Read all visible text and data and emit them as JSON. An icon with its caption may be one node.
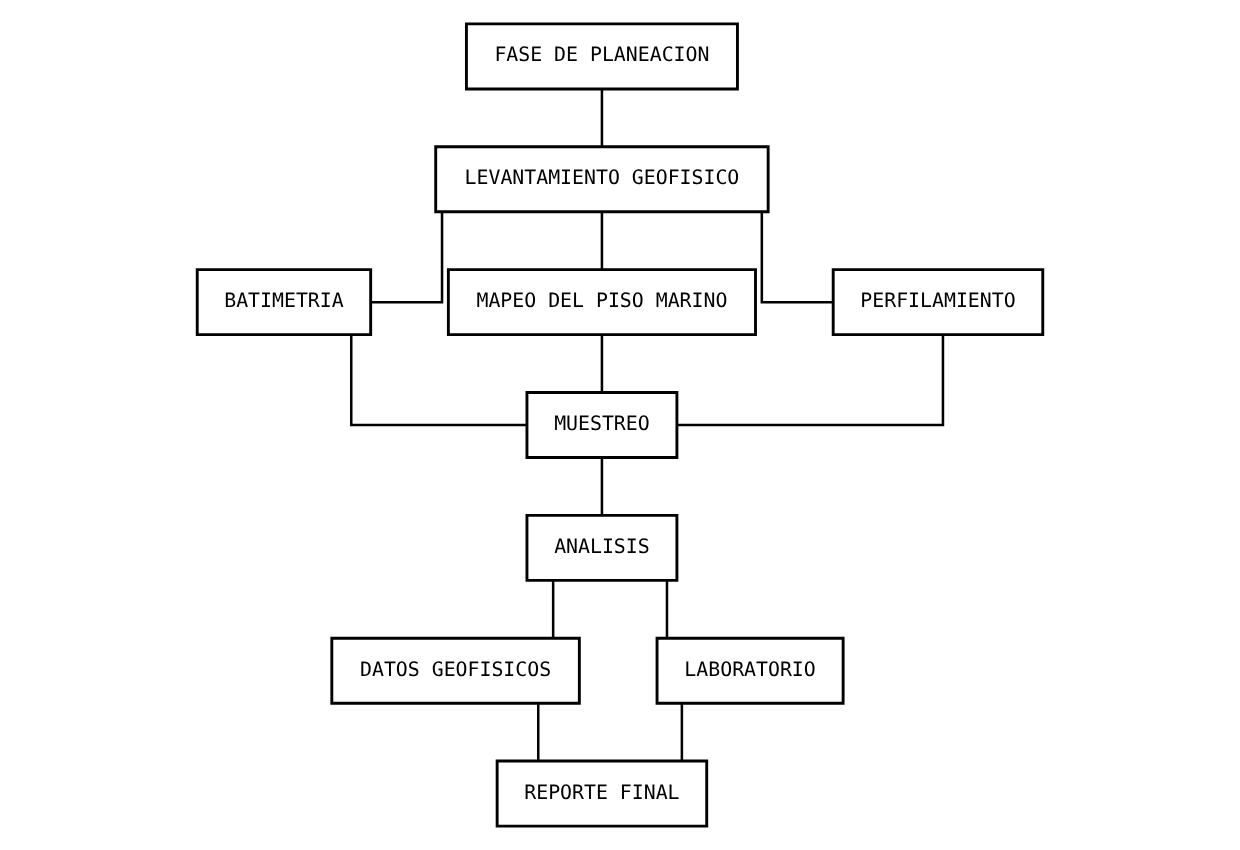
{
  "diagram": {
    "nodes": [
      {
        "text": [
          "FASE DE PLANEACION"
        ]
      },
      {
        "text": [
          "LEVANTAMIENTO GEOFISICO"
        ]
      },
      {
        "text": [
          "BATIMETRIA"
        ]
      },
      {
        "text": [
          "MAPEO DEL PISO MARINO"
        ]
      },
      {
        "text": [
          "PERFILAMIENTO"
        ]
      },
      {
        "text": [
          "MUESTREO"
        ]
      },
      {
        "text": [
          "ANALISIS"
        ]
      },
      {
        "text": [
          "DATOS GEOFISICOS"
        ]
      },
      {
        "text": [
          "LABORATORIO"
        ]
      },
      {
        "text": [
          "REPORTE FINAL"
        ]
      }
    ],
    "edges": [
      {
        "from": 0,
        "to": 1,
        "arrow": "none"
      },
      {
        "from": 1,
        "to": 2,
        "arrow": "none"
      },
      {
        "from": 1,
        "to": 3,
        "arrow": "none"
      },
      {
        "from": 1,
        "to": 4,
        "arrow": "none"
      },
      {
        "from": 2,
        "to": 5,
        "arrow": "none"
      },
      {
        "from": 3,
        "to": 5,
        "arrow": "none"
      },
      {
        "from": 4,
        "to": 5,
        "arrow": "none"
      },
      {
        "from": 5,
        "to": 6,
        "arrow": "none"
      },
      {
        "from": 6,
        "to": 7,
        "arrow": "none"
      },
      {
        "from": 6,
        "to": 8,
        "arrow": "none"
      },
      {
        "from": 7,
        "to": 9,
        "arrow": "none"
      },
      {
        "from": 8,
        "to": 9,
        "arrow": "none"
      }
    ]
  }
}
